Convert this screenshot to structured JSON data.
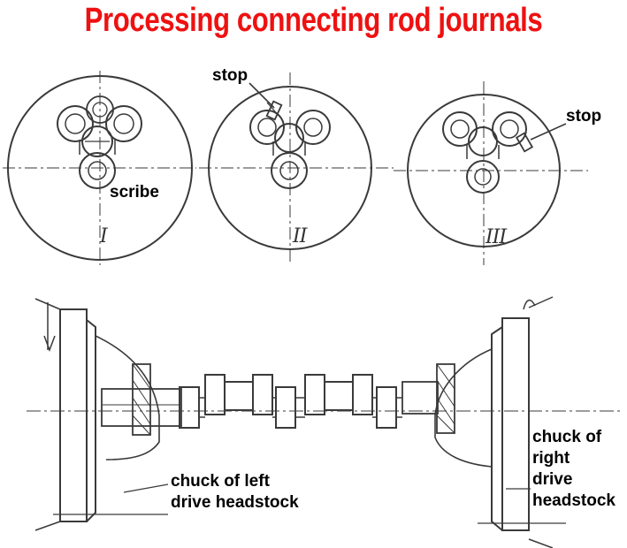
{
  "title": "Processing connecting rod journals",
  "colors": {
    "title": "#ee1111",
    "ink": "#3a3a3a",
    "paper": "#ffffff"
  },
  "labels": {
    "stop_top": "stop",
    "stop_right": "stop",
    "scribe": "scribe",
    "chuck_left_line1": "chuck of left",
    "chuck_left_line2": "drive headstock",
    "chuck_right_line1": "chuck of",
    "chuck_right_line2": "right",
    "chuck_right_line3": "drive",
    "chuck_right_line4": "headstock"
  },
  "positions": {
    "p1": "I",
    "p2": "II",
    "p3": "III"
  }
}
